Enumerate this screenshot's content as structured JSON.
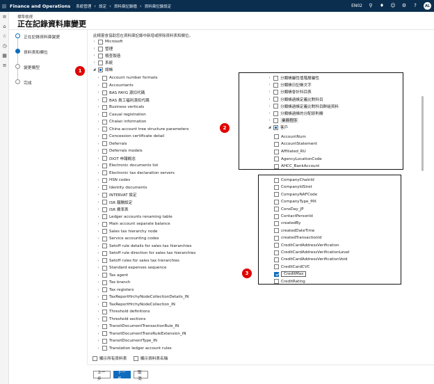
{
  "topbar": {
    "app_title": "Finance and Operations",
    "breadcrumbs": [
      "系統管理",
      "設定",
      "資料庫記錄檔",
      "資料庫記錄設定"
    ],
    "company": "EN02",
    "avatar": "AL"
  },
  "header": {
    "crumb": "標準檢視",
    "title": "正在記錄資料庫變更"
  },
  "steps": [
    {
      "label": "正在記錄資料庫變更",
      "state": "done"
    },
    {
      "label": "資料表和欄位",
      "state": "active"
    },
    {
      "label": "變更類型",
      "state": "todo"
    },
    {
      "label": "完成",
      "state": "todo"
    }
  ],
  "intro": "此精靈會協助您在資料庫記錄中新增或移除資料表和欄位。",
  "tree": {
    "top_cut": "Microsoft",
    "top_items": [
      "管理",
      "稽查製造",
      "系統"
    ],
    "group": "總帳",
    "left_items": [
      "Account number formats",
      "Accountants",
      "BAS PAYG 源扣代碼",
      "BAS 員工福利源扣代碼",
      "Business verticals",
      "Casual registration",
      "Chalan information",
      "China account tree structure parameters",
      "Concession certificate detail",
      "Deferrals",
      "Deferrals models",
      "DIOT 申報概念",
      "Electronic documents list",
      "Electronic tax declaration servers",
      "HSN codes",
      "Identity documents",
      "INTERVAT 設定",
      "ISR 報酬設定",
      "ISR 費率表",
      "Ledger accounts renaming table",
      "Main account separate balance",
      "Sales tax hierarchy node",
      "Service accounting codes",
      "Setoff rule details for sales tax hierarchies",
      "Setoff rule direction for sales tax hierarchies",
      "Setoff rules for sales tax hierarchies",
      "Standard expenses sequence",
      "Tax agent",
      "Tax branch",
      "Tax registers",
      "TaxReportHrchyNodeCollectionDetails_IN",
      "TaxReportHrchyNodeCollection_IN",
      "Threshold definitions",
      "Threshold sections",
      "TransitDocumentTransactionRule_IN",
      "TransitDocumentTransRuleExtension_IN",
      "TransitDocumentType_IN",
      "Translation ledger account rules"
    ]
  },
  "box2": {
    "items": [
      "分類帳屬性值階層屬性",
      "分類帳日記帳文字",
      "分類帳會計科目表",
      "分類帳過帳定義比對科目",
      "分類帳過帳定義比對科目群組資料",
      "分類帳過帳的分配原則欄"
    ],
    "hl_item": "業務程序",
    "group": "客戶",
    "fields": [
      "AccountNum",
      "AccountStatement",
      "Affiliated_RU",
      "AgencyLocationCode",
      "AHCC_BankAccount"
    ]
  },
  "box3": {
    "fields": [
      "CompanyChainId",
      "CompanyIdSiret",
      "CompanyNAFCode",
      "CompanyType_MX",
      "ConsDay_JP",
      "ContactPersonId",
      "createdBy",
      "createdDateTime",
      "createdTransactionId",
      "CreditCardAddressVerification",
      "CreditCardAddressVerificationLevel",
      "CreditCardAddressVerificationVoid",
      "CreditCardCVC"
    ],
    "selected": "CreditMax",
    "last": "CreditRating"
  },
  "badges": [
    "1",
    "2",
    "3"
  ],
  "bottom": {
    "show_all": "顯示所有資料表",
    "show_names": "顯示資料表名稱"
  },
  "buttons": {
    "back": "上一步",
    "next": "下一步",
    "cancel": "取消"
  }
}
